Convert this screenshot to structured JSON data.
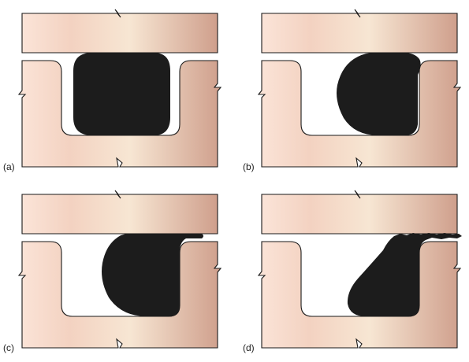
{
  "figure": {
    "colors": {
      "metal_light": "#fbe4d8",
      "metal_mid": "#f3d2c1",
      "metal_highlight": "#f7e6d3",
      "metal_dark": "#cf9f8c",
      "outline": "#1a1a1a",
      "seal": "#1c1c1c",
      "background": "#ffffff"
    },
    "panels": [
      {
        "id": "a",
        "label": "(a)",
        "seal_state": "normal"
      },
      {
        "id": "b",
        "label": "(b)",
        "seal_state": "pushed-right"
      },
      {
        "id": "c",
        "label": "(c)",
        "seal_state": "extruding"
      },
      {
        "id": "d",
        "label": "(d)",
        "seal_state": "nibbled"
      }
    ]
  }
}
